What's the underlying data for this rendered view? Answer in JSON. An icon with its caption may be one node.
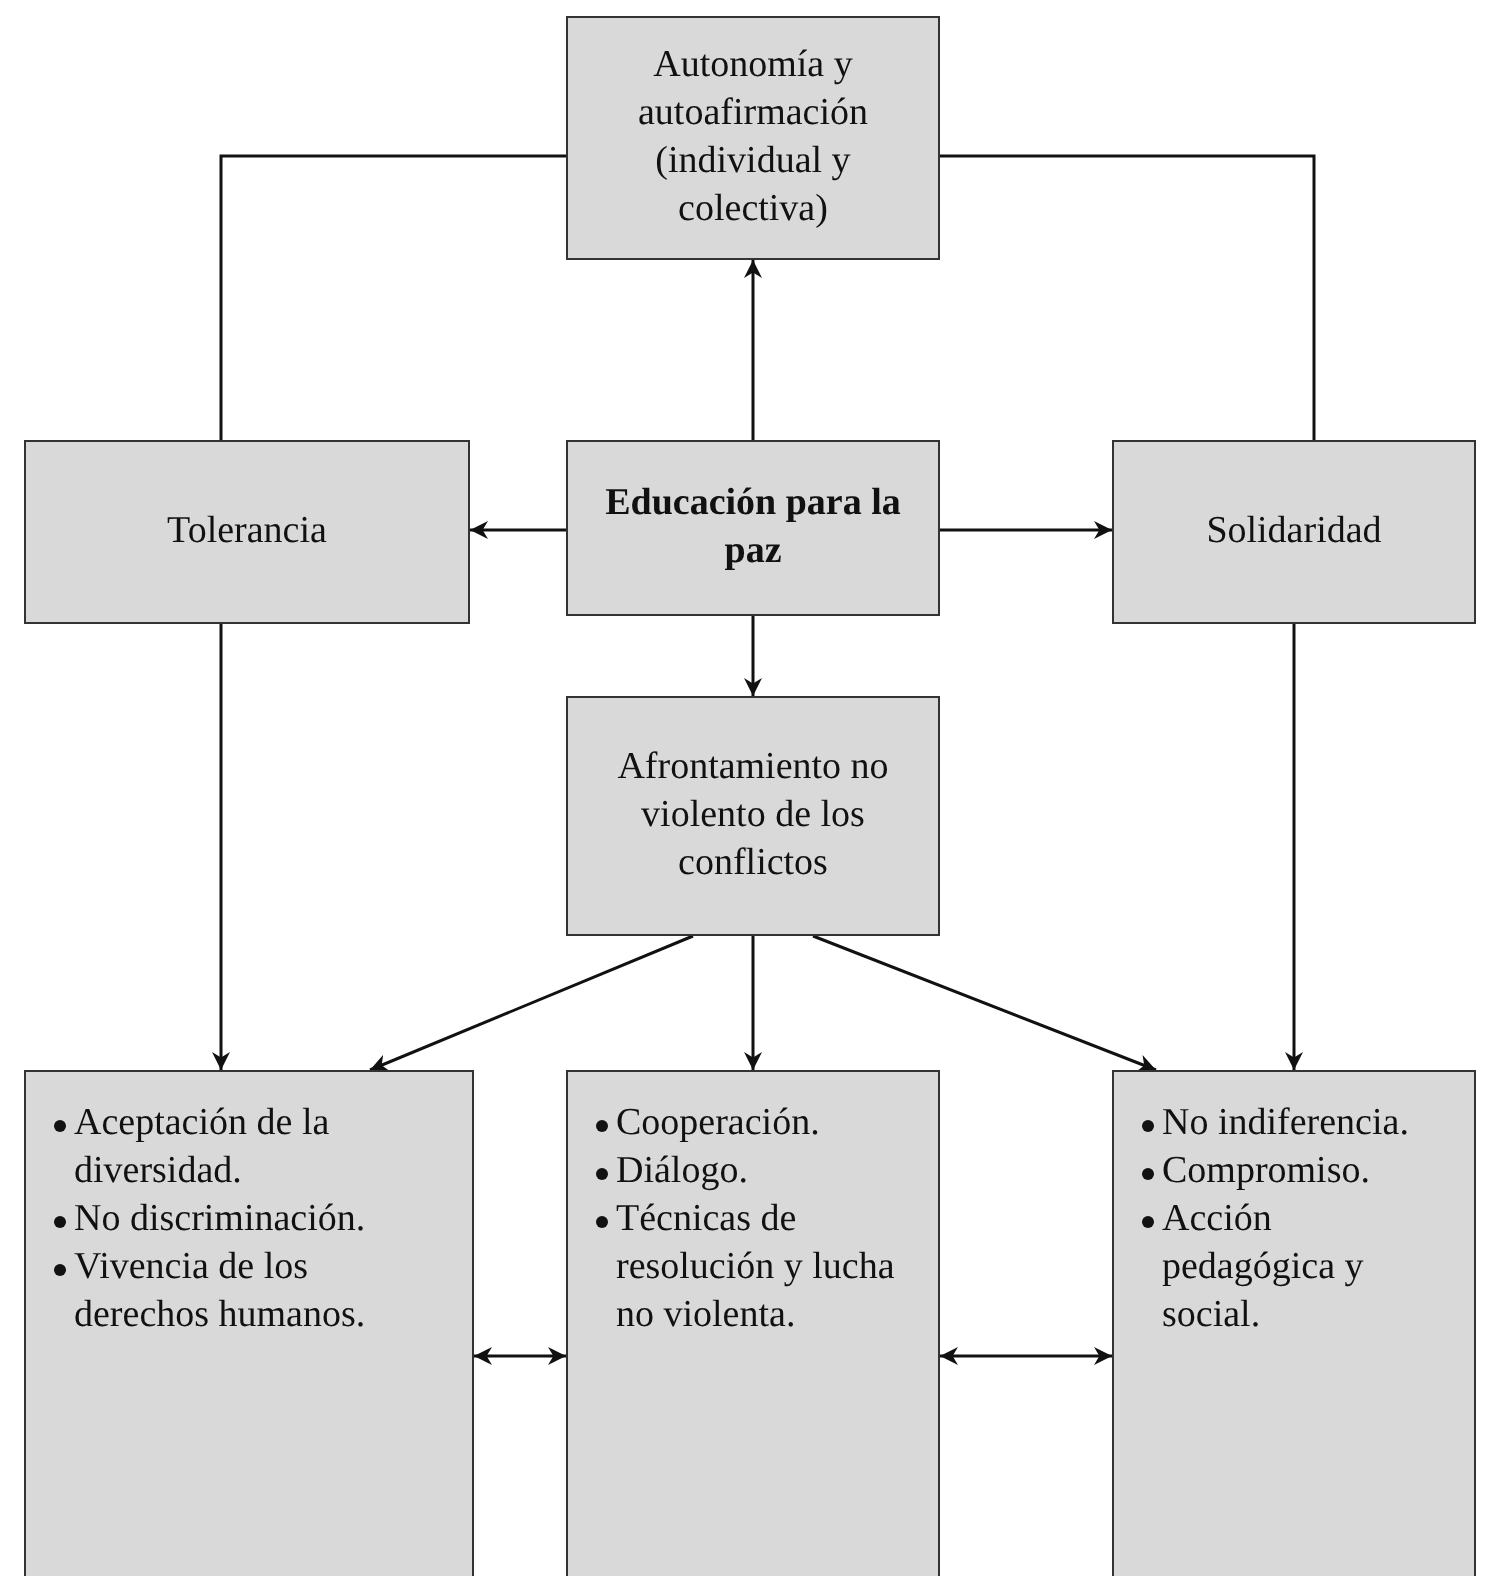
{
  "diagram": {
    "nodes": [
      {
        "text": [
          "Autonomía y autoafirmación (individual y colectiva)"
        ]
      },
      {
        "text": [
          "Tolerancia"
        ]
      },
      {
        "text": [
          "Educación para la paz"
        ]
      },
      {
        "text": [
          "Solidaridad"
        ]
      },
      {
        "text": [
          "Afrontamiento no violento de los conflictos"
        ]
      },
      {
        "text": [
          "Aceptación de la diversidad.",
          "No discriminación.",
          "Vivencia de los derechos humanos."
        ]
      },
      {
        "text": [
          "Cooperación.",
          "Diálogo.",
          "Técnicas de resolución y lucha no violenta."
        ]
      },
      {
        "text": [
          "No indiferencia.",
          "Compromiso.",
          "Acción pedagógica y social."
        ]
      }
    ],
    "edges": [
      {
        "from": 2,
        "to": 0,
        "arrow": "to"
      },
      {
        "from": 2,
        "to": 1,
        "arrow": "to"
      },
      {
        "from": 2,
        "to": 3,
        "arrow": "to"
      },
      {
        "from": 2,
        "to": 4,
        "arrow": "to"
      },
      {
        "from": 1,
        "to": 0,
        "arrow": "none"
      },
      {
        "from": 3,
        "to": 0,
        "arrow": "none"
      },
      {
        "from": 1,
        "to": 5,
        "arrow": "to"
      },
      {
        "from": 3,
        "to": 7,
        "arrow": "to"
      },
      {
        "from": 4,
        "to": 5,
        "arrow": "to"
      },
      {
        "from": 4,
        "to": 6,
        "arrow": "to"
      },
      {
        "from": 4,
        "to": 7,
        "arrow": "to"
      },
      {
        "from": 5,
        "to": 6,
        "arrow": "both"
      },
      {
        "from": 6,
        "to": 7,
        "arrow": "both"
      }
    ]
  }
}
